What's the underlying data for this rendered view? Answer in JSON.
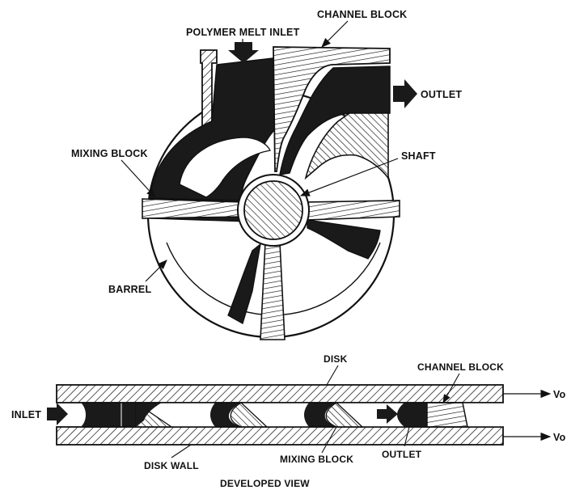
{
  "labels": {
    "polymer_melt_inlet": "POLYMER MELT INLET",
    "channel_block_top": "CHANNEL BLOCK",
    "outlet_top": "OUTLET",
    "mixing_block_top": "MIXING BLOCK",
    "shaft": "SHAFT",
    "barrel": "BARREL",
    "disk": "DISK",
    "channel_block_bottom": "CHANNEL BLOCK",
    "inlet": "INLET",
    "vo_top": "Vo",
    "vo_bottom": "Vo",
    "disk_wall": "DISK WALL",
    "mixing_block_bottom": "MIXING BLOCK",
    "outlet_bottom": "OUTLET",
    "developed_view": "DEVELOPED VIEW"
  },
  "colors": {
    "ink": "#111111",
    "fill_dark": "#1a1a1a",
    "paper": "#ffffff"
  }
}
